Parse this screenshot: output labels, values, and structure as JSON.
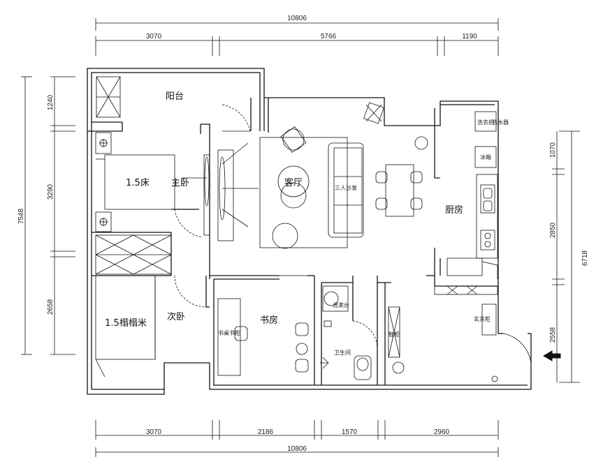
{
  "dimensions": {
    "top_total": "10806",
    "top_segments": [
      "3070",
      "5766",
      "1190"
    ],
    "bottom_segments": [
      "3070",
      "2186",
      "1570",
      "2960"
    ],
    "bottom_total": "10806",
    "left_total": "7548",
    "left_segments": [
      "1240",
      "3290",
      "2658"
    ],
    "right_total": "6718",
    "right_segments": [
      "1070",
      "2850",
      "2558"
    ]
  },
  "rooms": {
    "balcony": "阳台",
    "master_bedroom": "主卧",
    "living_room": "客厅",
    "kitchen": "厨房",
    "study": "书房",
    "second_bedroom": "次卧"
  },
  "furniture": {
    "bed": "1.5床",
    "tatami": "1.5榻榻米",
    "sofa": "三人沙发",
    "washer": "洗衣机",
    "water_heater": "热水器",
    "fridge": "冰箱",
    "desk_cabinet": "书桌书柜",
    "toilet": "卫生间",
    "basin": "洗漱台",
    "entry_cabinet": "鞋柜",
    "shoe_cabinet": "玄关柜"
  }
}
